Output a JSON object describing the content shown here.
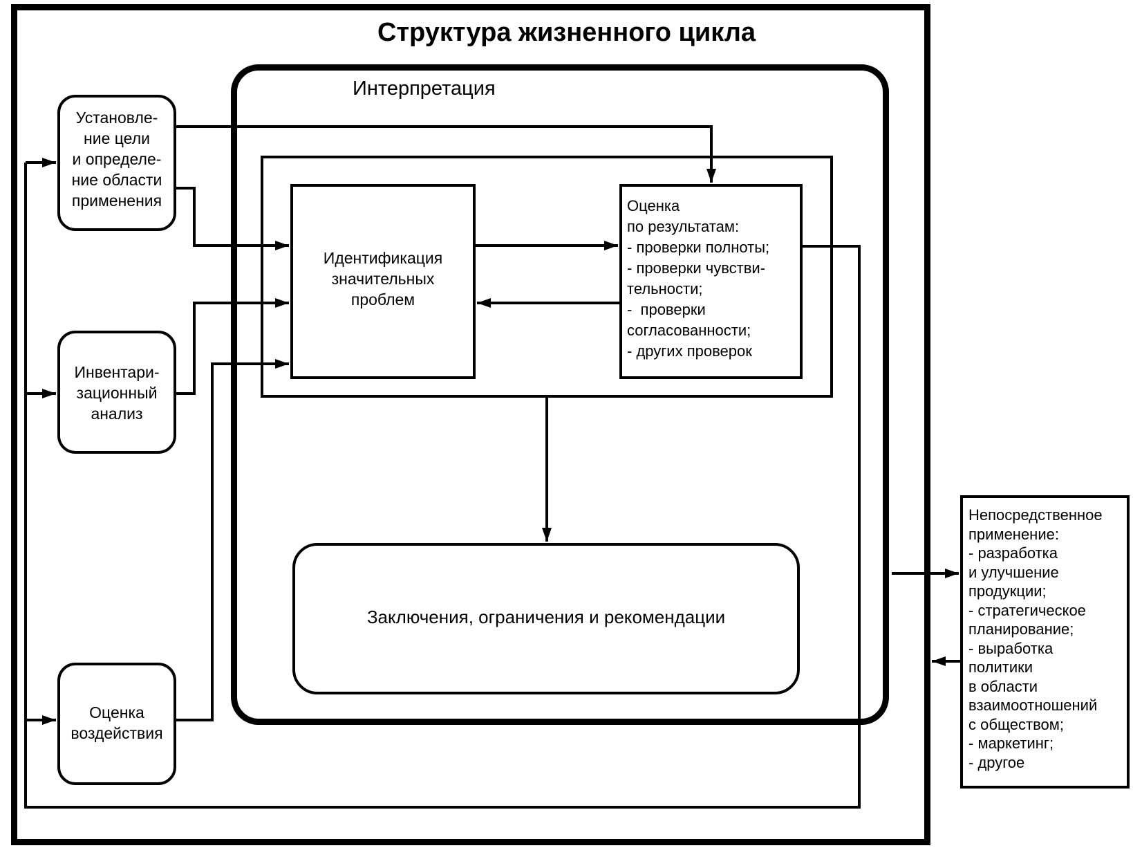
{
  "title": "Структура жизненного цикла",
  "interpretation_label": "Интерпретация",
  "left_boxes": {
    "goal": "Установле-\nние цели\nи определе-\nние области\nприменения",
    "inventory": "Инвентари-\nзационный\nанализ",
    "impact": "Оценка\nвоздействия"
  },
  "identification": "Идентификация\nзначительных\nпроблем",
  "evaluation": "Оценка\nпо результатам:\n- проверки полноты;\n- проверки чувстви-\nтельности;\n-  проверки\nсогласованности;\n- других проверок",
  "conclusions": "Заключения, ограничения и рекомендации",
  "applications": "Непосредственное\nприменение:\n- разработка\nи улучшение\nпродукции;\n- стратегическое\nпланирование;\n- выработка\nполитики\nв области\nвзаимоотношений\nс обществом;\n- маркетинг;\n- другое"
}
